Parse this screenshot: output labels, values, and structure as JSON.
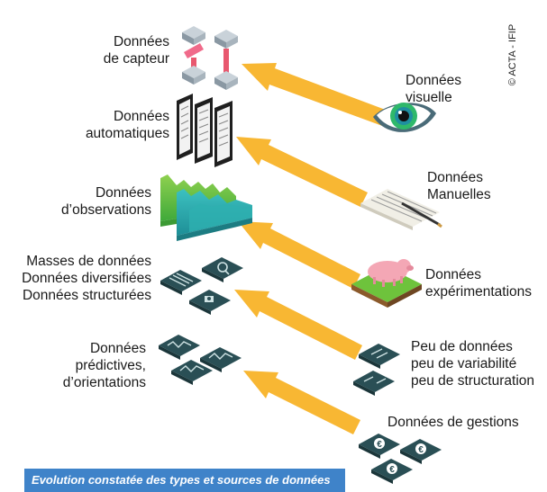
{
  "credit": "© ACTA - IFIP",
  "caption": "Evolution constatée des types et sources de données",
  "left_labels": {
    "capteur": [
      "Données",
      "de capteur"
    ],
    "automatiques": [
      "Données",
      "automatiques"
    ],
    "observations": [
      "Données",
      "d’observations"
    ],
    "masses": [
      "Masses de données",
      "Données diversifiées",
      "Données structurées"
    ],
    "predictives": [
      "Données",
      "prédictives,",
      "d’orientations"
    ]
  },
  "right_labels": {
    "visuelle": [
      "Données",
      "visuelle"
    ],
    "manuelles": [
      "Données",
      "Manuelles"
    ],
    "experimentations": [
      "Données",
      "expérimentations"
    ],
    "peu": [
      "Peu de données",
      "peu de variabilité",
      "peu de structuration"
    ],
    "gestions": [
      "Données de gestions"
    ]
  },
  "colors": {
    "arrow": "#f8b733",
    "caption_bg": "#3f83c9",
    "tile_dark": "#2a4f55",
    "green": "#6ec33c",
    "teal": "#2aa7a8"
  },
  "icons": [
    "sensor-icon",
    "tablet-icon",
    "wave-chart-icon",
    "data-tiles-icon",
    "prediction-tiles-icon",
    "eye-icon",
    "notebook-icon",
    "pig-icon",
    "document-tiles-icon",
    "euro-tiles-icon"
  ]
}
